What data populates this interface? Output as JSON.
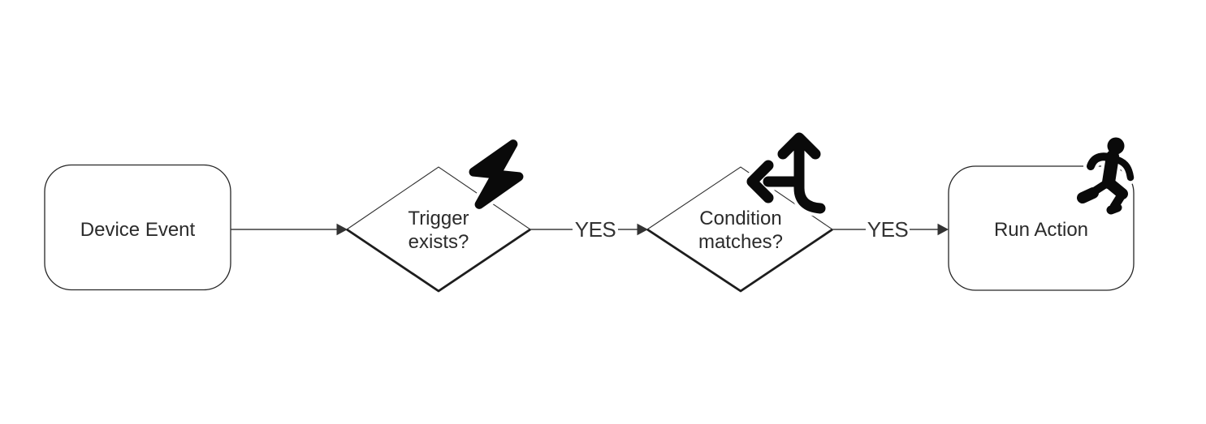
{
  "diagram": {
    "type": "flowchart",
    "direction": "left-to-right",
    "colors": {
      "background": "#ffffff",
      "node_fill": "#ffffff",
      "node_stroke": "#262626",
      "edge_stroke": "#3d3d3d",
      "text": "#2b2b2b",
      "icon": "#0a0a0a"
    },
    "nodes": [
      {
        "id": "device-event",
        "shape": "rounded-rectangle",
        "label": "Device Event",
        "lines": [
          "Device Event"
        ],
        "icon": null
      },
      {
        "id": "trigger-exists",
        "shape": "diamond",
        "label": "Trigger exists?",
        "lines": [
          "Trigger",
          "exists?"
        ],
        "icon": "lightning-bolt-icon"
      },
      {
        "id": "condition-matches",
        "shape": "diamond",
        "label": "Condition matches?",
        "lines": [
          "Condition",
          "matches?"
        ],
        "icon": "split-arrows-icon"
      },
      {
        "id": "run-action",
        "shape": "rounded-rectangle",
        "label": "Run Action",
        "lines": [
          "Run Action"
        ],
        "icon": "person-running-icon"
      }
    ],
    "edges": [
      {
        "from": "device-event",
        "to": "trigger-exists",
        "label": ""
      },
      {
        "from": "trigger-exists",
        "to": "condition-matches",
        "label": "YES"
      },
      {
        "from": "condition-matches",
        "to": "run-action",
        "label": "YES"
      }
    ]
  }
}
